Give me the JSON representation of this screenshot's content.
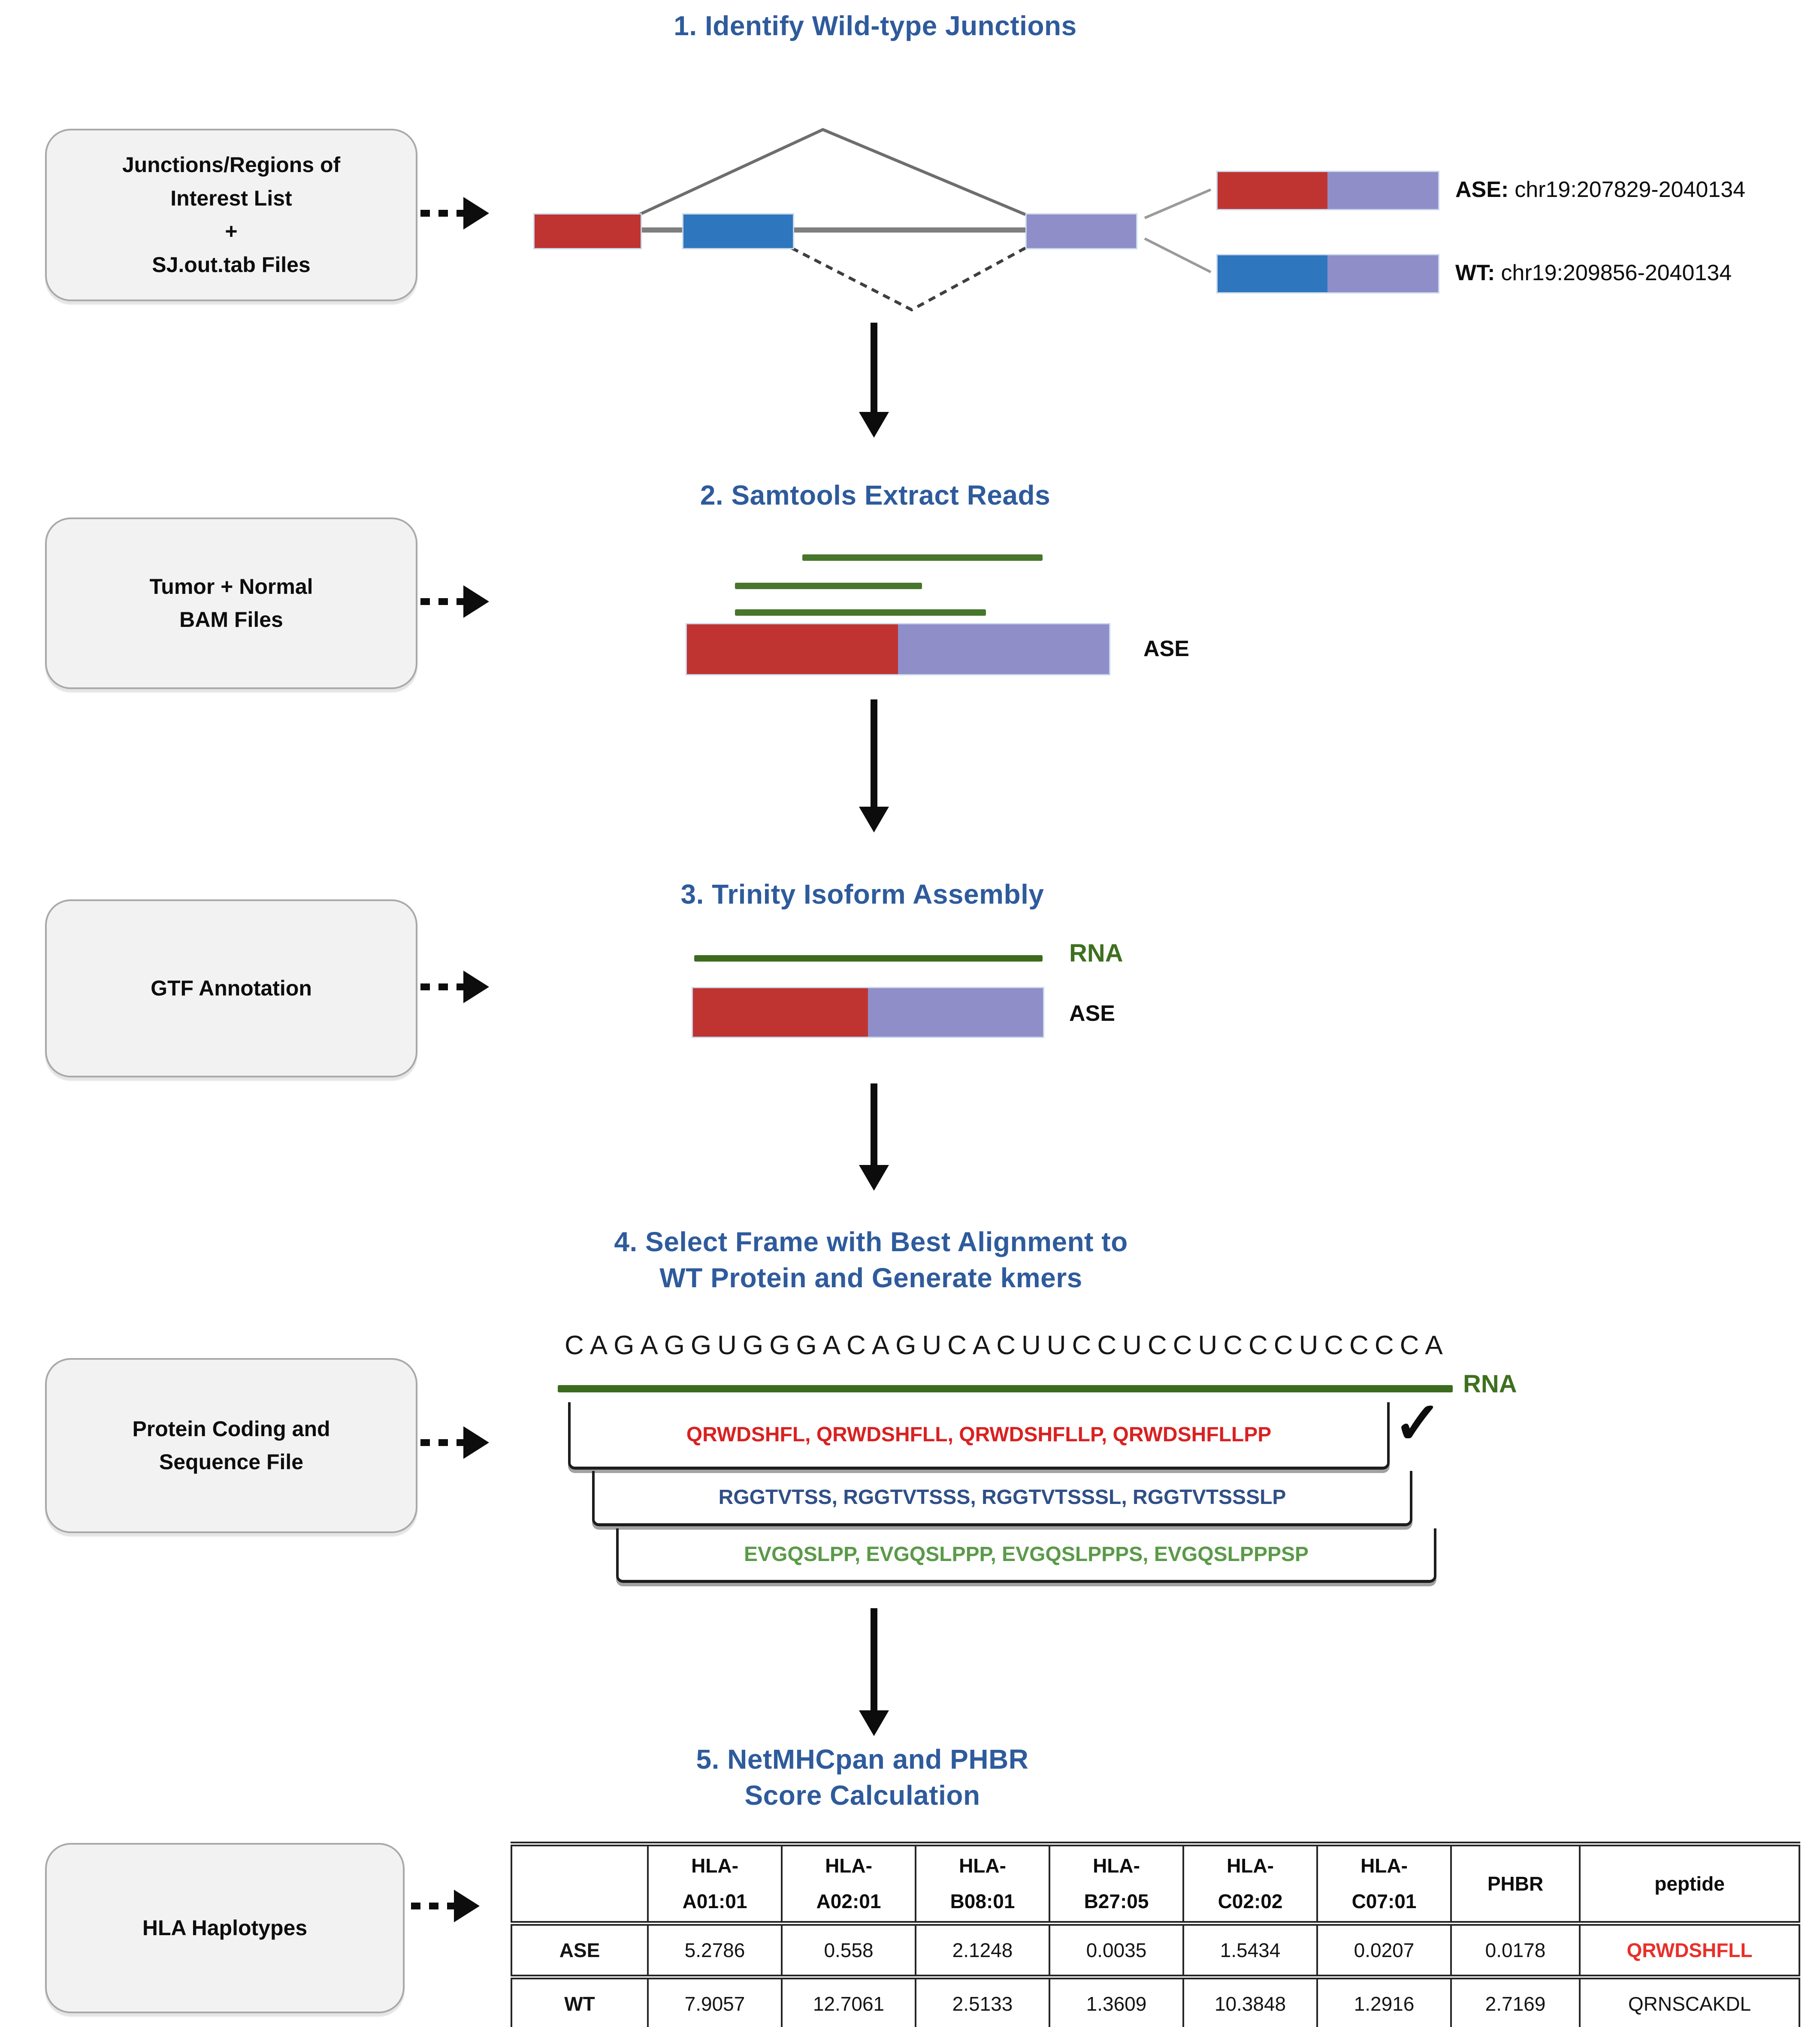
{
  "colors": {
    "title_blue": "#2e5b9c",
    "exon_red": "#bf3431",
    "exon_blue": "#2e76bd",
    "exon_purple": "#8f8ec9",
    "read_green": "#47762c",
    "rna_green": "#3c6b1e",
    "kmer_red": "#d92121",
    "kmer_navy": "#2f4f87",
    "kmer_green": "#5a9a48",
    "peptide_red": "#e8302a",
    "box_fill": "#f2f2f2"
  },
  "left_boxes": [
    {
      "label": "Junctions/Regions of\nInterest List\n+\nSJ.out.tab Files"
    },
    {
      "label": "Tumor + Normal\nBAM Files"
    },
    {
      "label": "GTF Annotation"
    },
    {
      "label": "Protein Coding and\nSequence File"
    },
    {
      "label": "HLA Haplotypes"
    }
  ],
  "step1": {
    "title": "1. Identify Wild-type Junctions",
    "ase_prefix": "ASE:",
    "ase_coords": "chr19:207829-2040134",
    "wt_prefix": "WT:",
    "wt_coords": "chr19:209856-2040134"
  },
  "step2": {
    "title": "2. Samtools Extract Reads",
    "bar_label": "ASE"
  },
  "step3": {
    "title": "3. Trinity Isoform Assembly",
    "rna_label": "RNA",
    "bar_label": "ASE"
  },
  "step4": {
    "title": "4. Select Frame with Best Alignment to\nWT Protein and Generate kmers",
    "rna_sequence": "CAGAGGUGGGACAGUCACUUCCUCCUCCCUCCCCA",
    "rna_label": "RNA",
    "checkmark": "✓",
    "frames": [
      {
        "kmers": "QRWDSHFL, QRWDSHFLL, QRWDSHFLLP, QRWDSHFLLPP"
      },
      {
        "kmers": "RGGTVTSS, RGGTVTSSS, RGGTVTSSSL, RGGTVTSSSLP"
      },
      {
        "kmers": "EVGQSLPP, EVGQSLPPP, EVGQSLPPPS, EVGQSLPPPSP"
      }
    ]
  },
  "step5": {
    "title": "5. NetMHCpan and PHBR\nScore Calculation"
  },
  "table": {
    "headers": [
      "",
      "HLA-\nA01:01",
      "HLA-\nA02:01",
      "HLA-\nB08:01",
      "HLA-\nB27:05",
      "HLA-\nC02:02",
      "HLA-\nC07:01",
      "PHBR",
      "peptide"
    ],
    "rows": [
      {
        "label": "ASE",
        "values": [
          "5.2786",
          "0.558",
          "2.1248",
          "0.0035",
          "1.5434",
          "0.0207",
          "0.0178",
          "QRWDSHFLL"
        ]
      },
      {
        "label": "WT",
        "values": [
          "7.9057",
          "12.7061",
          "2.5133",
          "1.3609",
          "10.3848",
          "1.2916",
          "2.7169",
          "QRNSCAKDL"
        ]
      }
    ]
  }
}
